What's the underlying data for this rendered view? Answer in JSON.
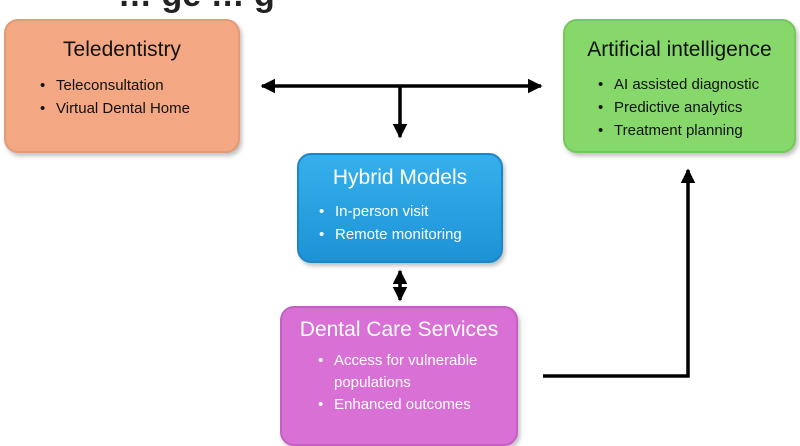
{
  "title": "… ge … g",
  "boxes": {
    "teledentistry": {
      "title": "Teledentistry",
      "items": [
        "Teleconsultation",
        "Virtual Dental Home"
      ],
      "color": "#f3a883"
    },
    "ai": {
      "title": "Artificial intelligence",
      "items": [
        "AI assisted diagnostic",
        "Predictive analytics",
        "Treatment planning"
      ],
      "color": "#86d86a"
    },
    "hybrid": {
      "title": "Hybrid Models",
      "items": [
        "In-person visit",
        "Remote monitoring"
      ],
      "color": "#2aa3e2"
    },
    "dental": {
      "title": "Dental Care Services",
      "items": [
        "Access for vulnerable populations",
        "Enhanced outcomes"
      ],
      "color": "#d870d6"
    }
  }
}
